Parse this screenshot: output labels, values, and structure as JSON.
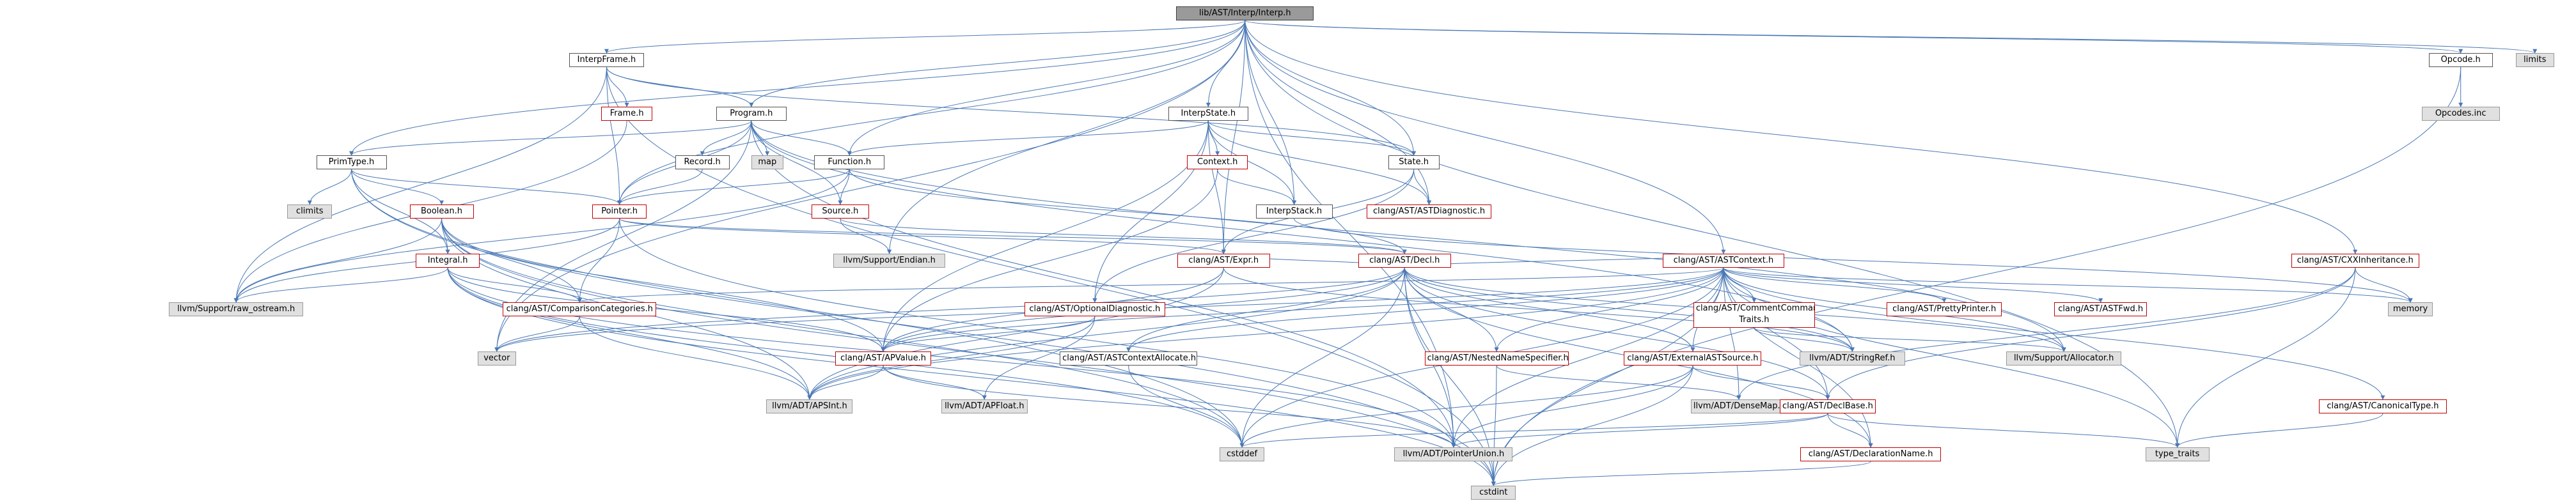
{
  "graph": {
    "nodes": [
      {
        "id": "root",
        "label": "lib/AST/Interp/Interp.h",
        "kind": "root"
      },
      {
        "id": "interpframe",
        "label": "InterpFrame.h",
        "kind": "normal"
      },
      {
        "id": "opcode",
        "label": "Opcode.h",
        "kind": "normal"
      },
      {
        "id": "limits",
        "label": "limits",
        "kind": "gray"
      },
      {
        "id": "opcodesinc",
        "label": "Opcodes.inc",
        "kind": "gray"
      },
      {
        "id": "frame",
        "label": "Frame.h",
        "kind": "red"
      },
      {
        "id": "program",
        "label": "Program.h",
        "kind": "normal"
      },
      {
        "id": "interpstate",
        "label": "InterpState.h",
        "kind": "normal"
      },
      {
        "id": "primtype",
        "label": "PrimType.h",
        "kind": "normal"
      },
      {
        "id": "record",
        "label": "Record.h",
        "kind": "normal"
      },
      {
        "id": "map",
        "label": "map",
        "kind": "gray"
      },
      {
        "id": "function",
        "label": "Function.h",
        "kind": "normal"
      },
      {
        "id": "context",
        "label": "Context.h",
        "kind": "red"
      },
      {
        "id": "state",
        "label": "State.h",
        "kind": "normal"
      },
      {
        "id": "climits",
        "label": "climits",
        "kind": "gray"
      },
      {
        "id": "boolean",
        "label": "Boolean.h",
        "kind": "red"
      },
      {
        "id": "pointer",
        "label": "Pointer.h",
        "kind": "red"
      },
      {
        "id": "source",
        "label": "Source.h",
        "kind": "red"
      },
      {
        "id": "interpstack",
        "label": "InterpStack.h",
        "kind": "normal"
      },
      {
        "id": "astdiag",
        "label": "clang/AST/ASTDiagnostic.h",
        "kind": "red"
      },
      {
        "id": "endian",
        "label": "llvm/Support/Endian.h",
        "kind": "gray"
      },
      {
        "id": "expr",
        "label": "clang/AST/Expr.h",
        "kind": "red"
      },
      {
        "id": "astcontext",
        "label": "clang/AST/ASTContext.h",
        "kind": "red"
      },
      {
        "id": "cxxinh",
        "label": "clang/AST/CXXInheritance.h",
        "kind": "red"
      },
      {
        "id": "memory",
        "label": "memory",
        "kind": "gray"
      },
      {
        "id": "integral",
        "label": "Integral.h",
        "kind": "red"
      },
      {
        "id": "rawostream",
        "label": "llvm/Support/raw_ostream.h",
        "kind": "gray"
      },
      {
        "id": "compcat",
        "label": "clang/AST/ComparisonCategories.h",
        "kind": "red"
      },
      {
        "id": "optdiag",
        "label": "clang/AST/OptionalDiagnostic.h",
        "kind": "red"
      },
      {
        "id": "decl",
        "label": "clang/AST/Decl.h",
        "kind": "red"
      },
      {
        "id": "commentcmd",
        "label": "clang/AST/CommentCommand Traits.h",
        "kind": "red"
      },
      {
        "id": "prettyprinter",
        "label": "clang/AST/PrettyPrinter.h",
        "kind": "red"
      },
      {
        "id": "astfwd",
        "label": "clang/AST/ASTFwd.h",
        "kind": "red"
      },
      {
        "id": "vector",
        "label": "vector",
        "kind": "gray"
      },
      {
        "id": "apvalue",
        "label": "clang/AST/APValue.h",
        "kind": "red"
      },
      {
        "id": "astctxalloc",
        "label": "clang/AST/ASTContextAllocate.h",
        "kind": "normal"
      },
      {
        "id": "nns",
        "label": "clang/AST/NestedNameSpecifier.h",
        "kind": "red"
      },
      {
        "id": "extsource",
        "label": "clang/AST/ExternalASTSource.h",
        "kind": "red"
      },
      {
        "id": "stringref",
        "label": "llvm/ADT/StringRef.h",
        "kind": "gray"
      },
      {
        "id": "allocator",
        "label": "llvm/Support/Allocator.h",
        "kind": "gray"
      },
      {
        "id": "canontype",
        "label": "clang/AST/CanonicalType.h",
        "kind": "red"
      },
      {
        "id": "apsint",
        "label": "llvm/ADT/APSInt.h",
        "kind": "gray"
      },
      {
        "id": "apfloat",
        "label": "llvm/ADT/APFloat.h",
        "kind": "gray"
      },
      {
        "id": "densemap",
        "label": "llvm/ADT/DenseMap.h",
        "kind": "gray"
      },
      {
        "id": "declbase",
        "label": "clang/AST/DeclBase.h",
        "kind": "red"
      },
      {
        "id": "cstddef",
        "label": "cstddef",
        "kind": "gray"
      },
      {
        "id": "ptrunion",
        "label": "llvm/ADT/PointerUnion.h",
        "kind": "gray"
      },
      {
        "id": "declname",
        "label": "clang/AST/DeclarationName.h",
        "kind": "red"
      },
      {
        "id": "typetraits",
        "label": "type_traits",
        "kind": "gray"
      },
      {
        "id": "cstdint",
        "label": "cstdint",
        "kind": "gray"
      }
    ],
    "edges": [
      [
        "root",
        "interpframe"
      ],
      [
        "root",
        "opcode"
      ],
      [
        "root",
        "limits"
      ],
      [
        "root",
        "program"
      ],
      [
        "root",
        "interpstate"
      ],
      [
        "root",
        "primtype"
      ],
      [
        "root",
        "function"
      ],
      [
        "root",
        "state"
      ],
      [
        "root",
        "interpstack"
      ],
      [
        "root",
        "astdiag"
      ],
      [
        "root",
        "endian"
      ],
      [
        "root",
        "expr"
      ],
      [
        "root",
        "astcontext"
      ],
      [
        "root",
        "cxxinh"
      ],
      [
        "root",
        "pointer"
      ],
      [
        "root",
        "vector"
      ],
      [
        "root",
        "typetraits"
      ],
      [
        "root",
        "ptrunion"
      ],
      [
        "interpframe",
        "frame"
      ],
      [
        "interpframe",
        "program"
      ],
      [
        "interpframe",
        "pointer"
      ],
      [
        "interpframe",
        "rawostream"
      ],
      [
        "interpframe",
        "cstdint"
      ],
      [
        "interpframe",
        "state"
      ],
      [
        "opcode",
        "opcodesinc"
      ],
      [
        "opcode",
        "cstdint"
      ],
      [
        "frame",
        "rawostream"
      ],
      [
        "program",
        "map"
      ],
      [
        "program",
        "record"
      ],
      [
        "program",
        "function"
      ],
      [
        "program",
        "source"
      ],
      [
        "program",
        "pointer"
      ],
      [
        "program",
        "primtype"
      ],
      [
        "program",
        "vector"
      ],
      [
        "program",
        "allocator"
      ],
      [
        "program",
        "stringref"
      ],
      [
        "program",
        "ptrunion"
      ],
      [
        "interpstate",
        "context"
      ],
      [
        "interpstate",
        "function"
      ],
      [
        "interpstate",
        "interpstack"
      ],
      [
        "interpstate",
        "state"
      ],
      [
        "interpstate",
        "astdiag"
      ],
      [
        "interpstate",
        "optdiag"
      ],
      [
        "interpstate",
        "expr"
      ],
      [
        "interpstate",
        "apvalue"
      ],
      [
        "primtype",
        "climits"
      ],
      [
        "primtype",
        "boolean"
      ],
      [
        "primtype",
        "integral"
      ],
      [
        "primtype",
        "pointer"
      ],
      [
        "primtype",
        "cstddef"
      ],
      [
        "primtype",
        "cstdint"
      ],
      [
        "record",
        "pointer"
      ],
      [
        "function",
        "source"
      ],
      [
        "function",
        "pointer"
      ],
      [
        "function",
        "decl"
      ],
      [
        "function",
        "rawostream"
      ],
      [
        "context",
        "interpstack"
      ],
      [
        "context",
        "apvalue"
      ],
      [
        "state",
        "astdiag"
      ],
      [
        "state",
        "expr"
      ],
      [
        "state",
        "optdiag"
      ],
      [
        "boolean",
        "integral"
      ],
      [
        "boolean",
        "compcat"
      ],
      [
        "boolean",
        "apvalue"
      ],
      [
        "boolean",
        "apsint"
      ],
      [
        "boolean",
        "rawostream"
      ],
      [
        "boolean",
        "cstddef"
      ],
      [
        "boolean",
        "cstdint"
      ],
      [
        "pointer",
        "compcat"
      ],
      [
        "pointer",
        "expr"
      ],
      [
        "pointer",
        "decl"
      ],
      [
        "pointer",
        "rawostream"
      ],
      [
        "pointer",
        "ptrunion"
      ],
      [
        "source",
        "endian"
      ],
      [
        "source",
        "decl"
      ],
      [
        "interpstack",
        "memory"
      ],
      [
        "expr",
        "decl"
      ],
      [
        "expr",
        "apvalue"
      ],
      [
        "expr",
        "apsint"
      ],
      [
        "expr",
        "stringref"
      ],
      [
        "astcontext",
        "decl"
      ],
      [
        "astcontext",
        "commentcmd"
      ],
      [
        "astcontext",
        "prettyprinter"
      ],
      [
        "astcontext",
        "astfwd"
      ],
      [
        "astcontext",
        "canontype"
      ],
      [
        "astcontext",
        "nns"
      ],
      [
        "astcontext",
        "extsource"
      ],
      [
        "astcontext",
        "apsint"
      ],
      [
        "astcontext",
        "allocator"
      ],
      [
        "astcontext",
        "stringref"
      ],
      [
        "astcontext",
        "memory"
      ],
      [
        "astcontext",
        "vector"
      ],
      [
        "astcontext",
        "compcat"
      ],
      [
        "astcontext",
        "astctxalloc"
      ],
      [
        "astcontext",
        "densemap"
      ],
      [
        "astcontext",
        "declbase"
      ],
      [
        "astcontext",
        "cstddef"
      ],
      [
        "astcontext",
        "ptrunion"
      ],
      [
        "astcontext",
        "declname"
      ],
      [
        "astcontext",
        "typetraits"
      ],
      [
        "astcontext",
        "cstdint"
      ],
      [
        "astcontext",
        "apvalue"
      ],
      [
        "cxxinh",
        "memory"
      ],
      [
        "cxxinh",
        "declbase"
      ],
      [
        "cxxinh",
        "densemap"
      ],
      [
        "cxxinh",
        "typetraits"
      ],
      [
        "integral",
        "compcat"
      ],
      [
        "integral",
        "apvalue"
      ],
      [
        "integral",
        "apsint"
      ],
      [
        "integral",
        "rawostream"
      ],
      [
        "integral",
        "cstddef"
      ],
      [
        "integral",
        "cstdint"
      ],
      [
        "integral",
        "ptrunion"
      ],
      [
        "compcat",
        "apsint"
      ],
      [
        "compcat",
        "vector"
      ],
      [
        "optdiag",
        "apsint"
      ],
      [
        "optdiag",
        "apfloat"
      ],
      [
        "optdiag",
        "apvalue"
      ],
      [
        "decl",
        "apvalue"
      ],
      [
        "decl",
        "astctxalloc"
      ],
      [
        "decl",
        "nns"
      ],
      [
        "decl",
        "extsource"
      ],
      [
        "decl",
        "declbase"
      ],
      [
        "decl",
        "declname"
      ],
      [
        "decl",
        "stringref"
      ],
      [
        "decl",
        "apsint"
      ],
      [
        "decl",
        "cstddef"
      ],
      [
        "decl",
        "cstdint"
      ],
      [
        "decl",
        "ptrunion"
      ],
      [
        "decl",
        "vector"
      ],
      [
        "decl",
        "allocator"
      ],
      [
        "commentcmd",
        "stringref"
      ],
      [
        "commentcmd",
        "allocator"
      ],
      [
        "apvalue",
        "apsint"
      ],
      [
        "apvalue",
        "apfloat"
      ],
      [
        "apvalue",
        "ptrunion"
      ],
      [
        "astctxalloc",
        "cstddef"
      ],
      [
        "nns",
        "cstdint"
      ],
      [
        "nns",
        "densemap"
      ],
      [
        "extsource",
        "declbase"
      ],
      [
        "extsource",
        "cstdint"
      ],
      [
        "extsource",
        "ptrunion"
      ],
      [
        "extsource",
        "cstddef"
      ],
      [
        "canontype",
        "typetraits"
      ],
      [
        "declbase",
        "cstddef"
      ],
      [
        "declbase",
        "ptrunion"
      ],
      [
        "declbase",
        "declname"
      ],
      [
        "declbase",
        "typetraits"
      ],
      [
        "declname",
        "cstdint"
      ]
    ]
  }
}
